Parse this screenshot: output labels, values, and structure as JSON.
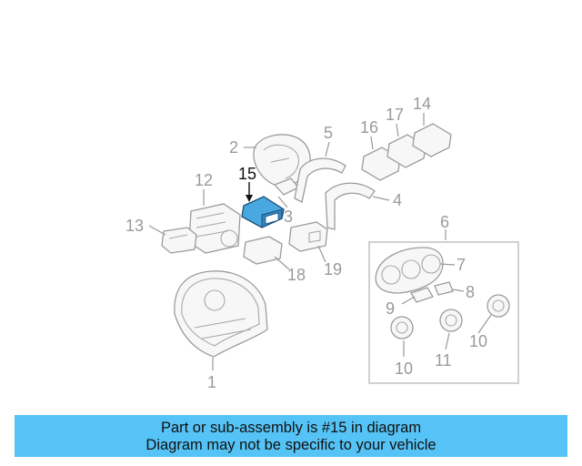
{
  "diagram": {
    "highlight_color": "#4aa8e0",
    "callouts": [
      {
        "id": "1",
        "text": "1"
      },
      {
        "id": "2",
        "text": "2"
      },
      {
        "id": "3",
        "text": "3"
      },
      {
        "id": "4",
        "text": "4"
      },
      {
        "id": "5",
        "text": "5"
      },
      {
        "id": "6",
        "text": "6"
      },
      {
        "id": "7",
        "text": "7"
      },
      {
        "id": "8",
        "text": "8"
      },
      {
        "id": "9",
        "text": "9"
      },
      {
        "id": "10a",
        "text": "10"
      },
      {
        "id": "10b",
        "text": "10"
      },
      {
        "id": "11",
        "text": "11"
      },
      {
        "id": "12",
        "text": "12"
      },
      {
        "id": "13",
        "text": "13"
      },
      {
        "id": "14",
        "text": "14"
      },
      {
        "id": "15",
        "text": "15"
      },
      {
        "id": "16",
        "text": "16"
      },
      {
        "id": "17",
        "text": "17"
      },
      {
        "id": "18",
        "text": "18"
      },
      {
        "id": "19",
        "text": "19"
      }
    ]
  },
  "banner": {
    "line1": "Part or sub-assembly is #15 in diagram",
    "line2": "Diagram may not be specific to your vehicle",
    "background": "#55c3f5"
  }
}
